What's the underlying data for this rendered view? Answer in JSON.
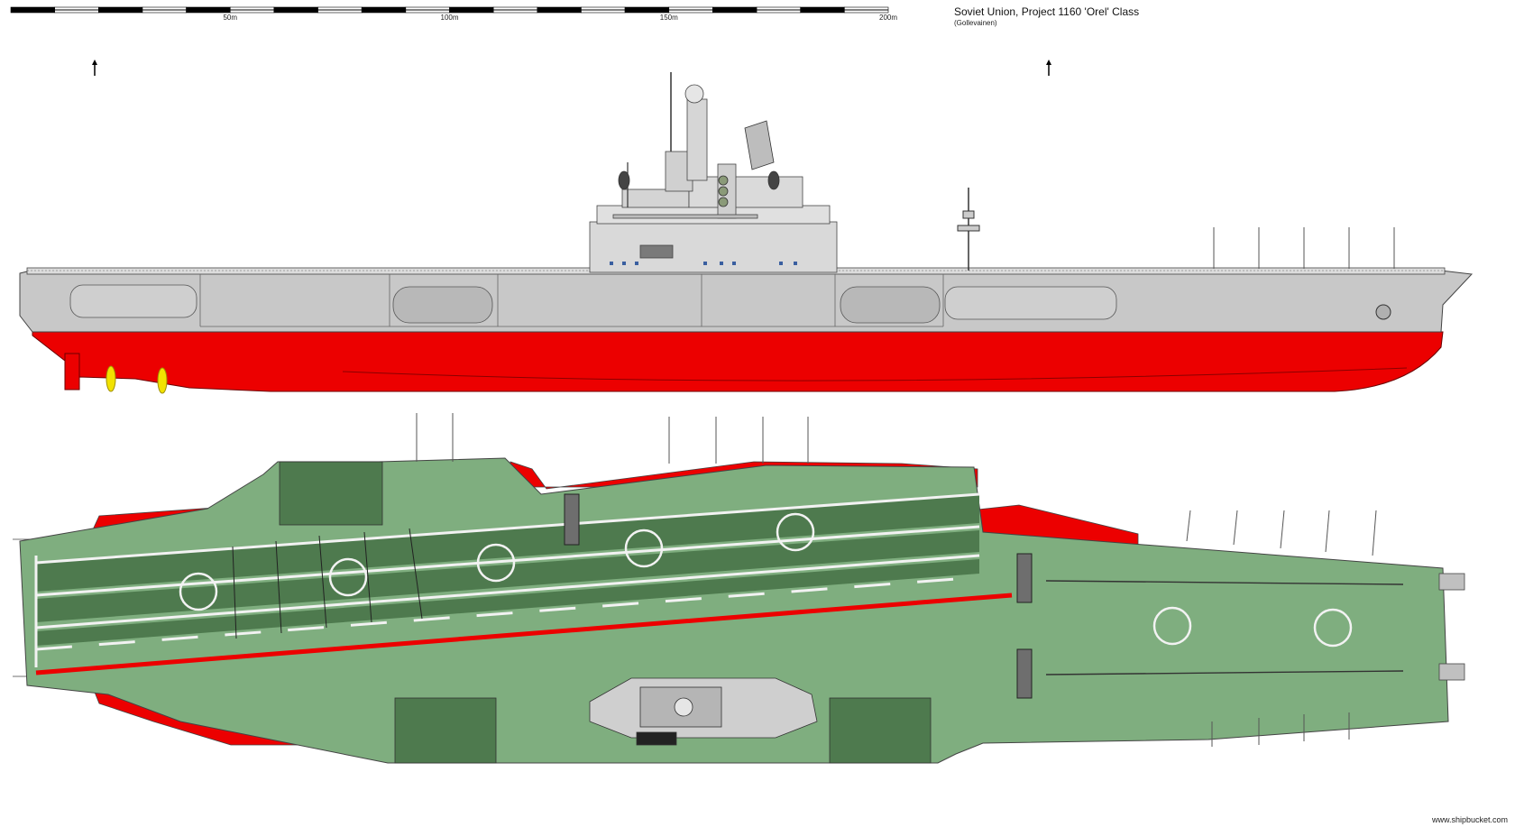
{
  "title": "Soviet Union, Project 1160 'Orel' Class",
  "author": "(Gollevainen)",
  "credit": "www.shipbucket.com",
  "scale": {
    "marks": [
      {
        "meters": 50,
        "label": "50m"
      },
      {
        "meters": 100,
        "label": "100m"
      },
      {
        "meters": 150,
        "label": "150m"
      },
      {
        "meters": 200,
        "label": "200m"
      }
    ]
  },
  "colors": {
    "hull_red": "#ec0000",
    "hull_grey": "#c8c8c8",
    "superstructure_grey": "#d9d9d9",
    "deck_green_light": "#7fae7f",
    "deck_green_dark": "#4e7a4e",
    "deck_line_white": "#f2f2f2",
    "propeller_yellow": "#f2e200"
  }
}
